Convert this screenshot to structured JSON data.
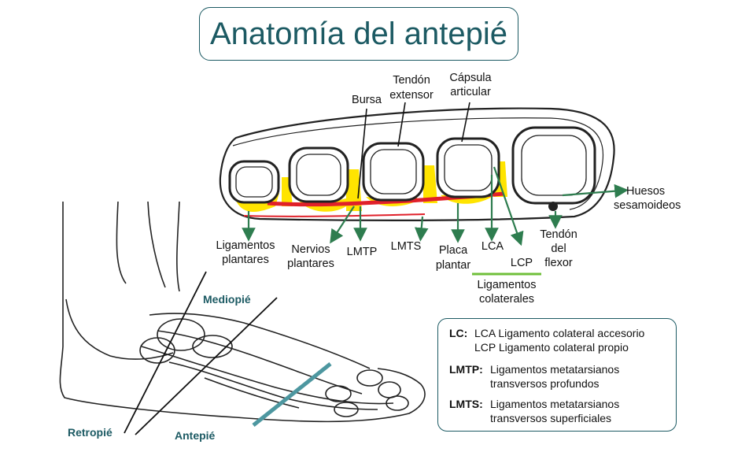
{
  "title": "Anatomía del antepié",
  "labels": {
    "bursa": "Bursa",
    "extensor_tendon_l1": "Tendón",
    "extensor_tendon_l2": "extensor",
    "capsule_l1": "Cápsula",
    "capsule_l2": "articular",
    "sesamoids_l1": "Huesos",
    "sesamoids_l2": "sesamoideos",
    "plantar_ligaments_l1": "Ligamentos",
    "plantar_ligaments_l2": "plantares",
    "plantar_nerves_l1": "Nervios",
    "plantar_nerves_l2": "plantares",
    "lmtp": "LMTP",
    "lmts": "LMTS",
    "plantar_plate_l1": "Placa",
    "plantar_plate_l2": "plantar",
    "lca": "LCA",
    "lcp": "LCP",
    "flexor_tendon_l1": "Tendón",
    "flexor_tendon_l2": "del",
    "flexor_tendon_l3": "flexor",
    "collateral_l1": "Ligamentos",
    "collateral_l2": "colaterales"
  },
  "regions": {
    "midfoot": "Mediopié",
    "hindfoot": "Retropié",
    "forefoot": "Antepié"
  },
  "legend": [
    {
      "key": "LC:",
      "lines": [
        "LCA Ligamento colateral accesorio",
        "LCP Ligamento colateral propio"
      ]
    },
    {
      "key": "LMTP:",
      "lines": [
        "Ligamentos metatarsianos",
        "transversos profundos"
      ]
    },
    {
      "key": "LMTS:",
      "lines": [
        "Ligamentos metatarsianos",
        "transversos superficiales"
      ]
    }
  ],
  "colors": {
    "accent": "#1c5a63",
    "arrow": "#2e7d4f",
    "arrow_light": "#6fbf3a",
    "yellow": "#ffe400",
    "red": "#e0202a"
  }
}
